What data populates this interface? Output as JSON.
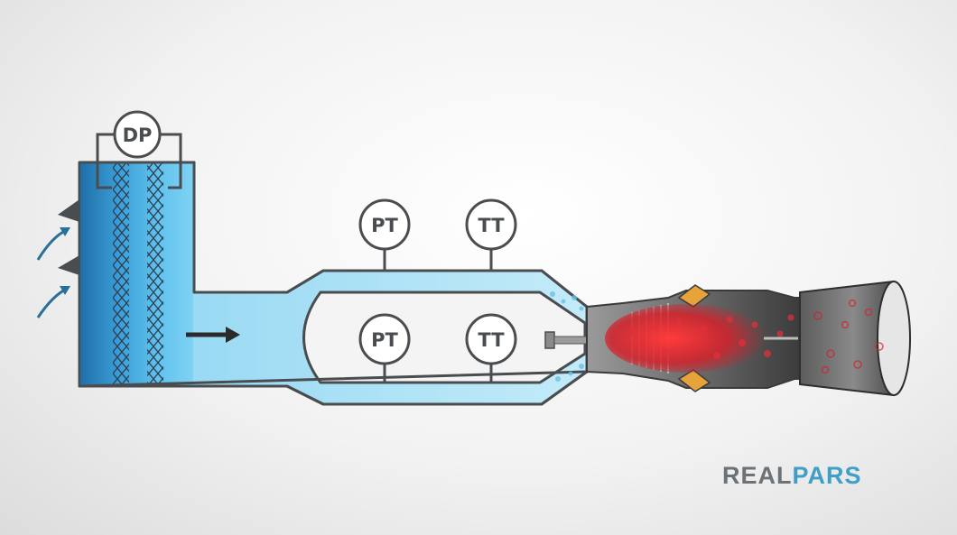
{
  "instruments": {
    "dp": "DP",
    "pt_upper": "PT",
    "tt_upper": "TT",
    "pt_lower": "PT",
    "tt_lower": "TT"
  },
  "logo": {
    "part1": "REAL",
    "part2": "PARS"
  },
  "colors": {
    "outline": "#4a4d50",
    "water_light": "#9ed9ef",
    "water_dark": "#2a7fb8",
    "flame_red": "#d4202a",
    "logo_grey": "#6d7276",
    "logo_blue": "#3f9fc6"
  },
  "icons": [
    "airflow-arrow-icon",
    "flow-direction-arrow-icon",
    "filter-mesh-icon"
  ]
}
